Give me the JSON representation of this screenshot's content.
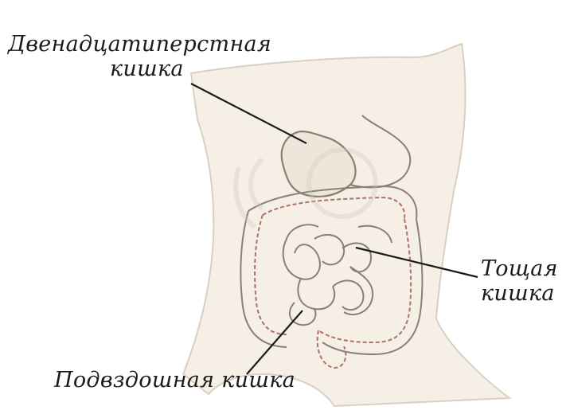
{
  "labels": {
    "duodenum_line1": "Двенадцатиперстная",
    "duodenum_line2": "кишка",
    "jejunum_line1": "Тощая",
    "jejunum_line2": "кишка",
    "ileum": "Подвздошная кишка"
  },
  "colors": {
    "torso_fill": "#f6efe6",
    "torso_stroke": "#d9cfc2",
    "intestine_fill": "#efe6db",
    "intestine_stroke": "#8a7f75",
    "colon_stroke": "#b06f6a",
    "leader_line": "#1a1a1a",
    "watermark": "#cfc8c0"
  },
  "icons": {
    "watermark": "leaf-logo-icon"
  }
}
